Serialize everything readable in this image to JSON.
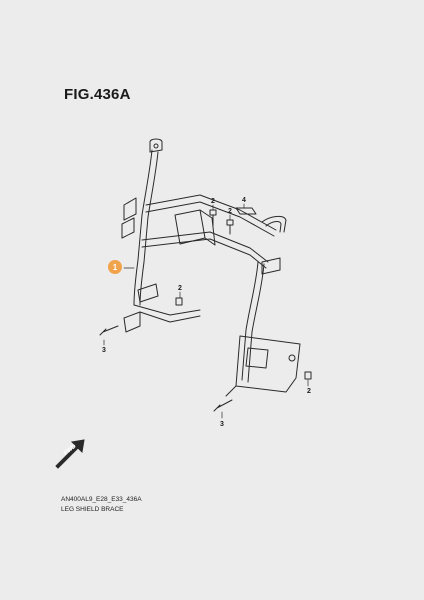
{
  "figure": {
    "title": "FIG.436A"
  },
  "callouts": [
    {
      "id": "callout-1",
      "label": "1",
      "highlight_color": "#f0a34a"
    },
    {
      "id": "callout-2a",
      "label": "2"
    },
    {
      "id": "callout-2b",
      "label": "2"
    },
    {
      "id": "callout-2c",
      "label": "2"
    },
    {
      "id": "callout-2d",
      "label": "2"
    },
    {
      "id": "callout-3a",
      "label": "3"
    },
    {
      "id": "callout-3b",
      "label": "3"
    },
    {
      "id": "callout-4",
      "label": "4"
    }
  ],
  "direction_marker": {
    "label": "FWD",
    "icon": "forward-arrow-icon"
  },
  "caption": {
    "code": "AN400AL9_E28_E33_436A",
    "name": "LEG SHIELD BRACE"
  }
}
